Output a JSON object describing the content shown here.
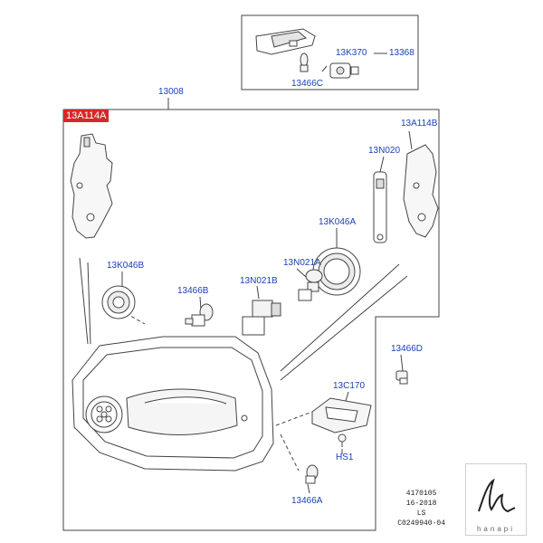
{
  "callouts": {
    "top_box_code": "13368",
    "housing": "13008",
    "highlighted_part": "13A114A",
    "bracket_right": "13A114B",
    "adjuster": "13N020",
    "cap_large": "13K046A",
    "cap_small": "13K046B",
    "bulb_n021a": "13N021A",
    "bulb_n021b": "13N021B",
    "bulb_466b": "13466B",
    "bulb_466c": "13466C",
    "holder_k370": "13K370",
    "bulb_466d": "13466D",
    "module": "13C170",
    "screw": "HS1",
    "bulb_466a": "13466A"
  },
  "meta": {
    "line1": "4170105",
    "line2": "16-2018",
    "line3": "LS",
    "line4": "C0249940-04"
  },
  "watermark": {
    "text": "hanapi"
  },
  "colors": {
    "label_blue": "#1a3fb8",
    "highlight_red": "#d62828",
    "line_gray": "#444444"
  }
}
